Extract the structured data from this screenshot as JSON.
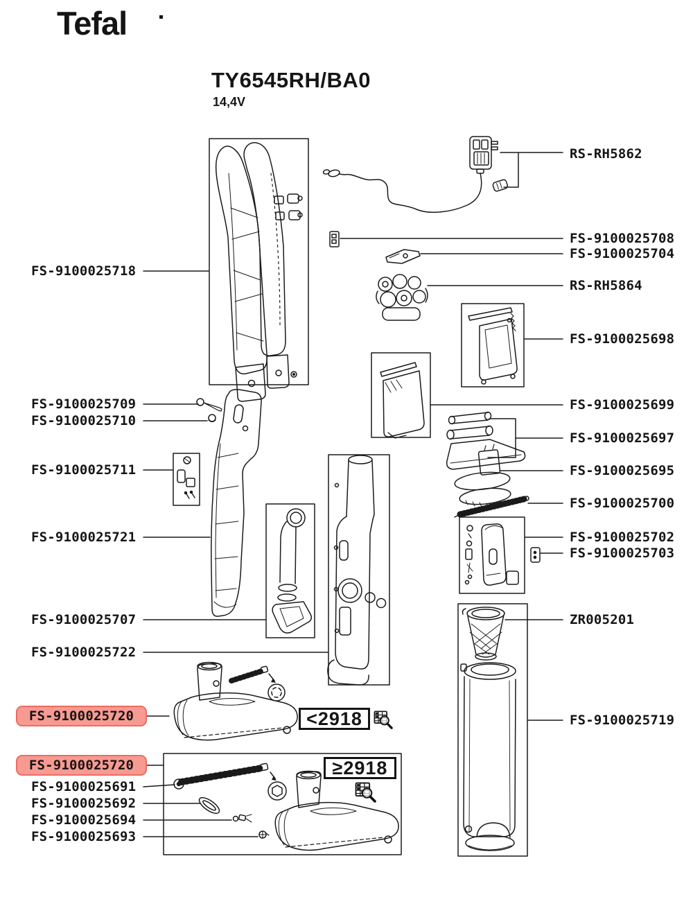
{
  "brand": {
    "logo_text": "Tefal"
  },
  "header": {
    "model": "TY6545RH/BA0",
    "voltage": "14,4V"
  },
  "colors": {
    "ink": "#1a1a1a",
    "highlight_fill": "#f79a92",
    "highlight_border": "#ef6b61"
  },
  "version_markers": {
    "older": "<2918",
    "newer": "≥2918"
  },
  "labels": [
    {
      "text": "FS-9100025718",
      "highlighted": false
    },
    {
      "text": "FS-9100025709",
      "highlighted": false
    },
    {
      "text": "FS-9100025710",
      "highlighted": false
    },
    {
      "text": "FS-9100025711",
      "highlighted": false
    },
    {
      "text": "FS-9100025721",
      "highlighted": false
    },
    {
      "text": "FS-9100025707",
      "highlighted": false
    },
    {
      "text": "FS-9100025722",
      "highlighted": false
    },
    {
      "text": "FS-9100025720",
      "highlighted": true
    },
    {
      "text": "FS-9100025720",
      "highlighted": true
    },
    {
      "text": "FS-9100025691",
      "highlighted": false
    },
    {
      "text": "FS-9100025692",
      "highlighted": false
    },
    {
      "text": "FS-9100025694",
      "highlighted": false
    },
    {
      "text": "FS-9100025693",
      "highlighted": false
    },
    {
      "text": "RS-RH5862",
      "highlighted": false
    },
    {
      "text": "FS-9100025708",
      "highlighted": false
    },
    {
      "text": "FS-9100025704",
      "highlighted": false
    },
    {
      "text": "RS-RH5864",
      "highlighted": false
    },
    {
      "text": "FS-9100025698",
      "highlighted": false
    },
    {
      "text": "FS-9100025699",
      "highlighted": false
    },
    {
      "text": "FS-9100025697",
      "highlighted": false
    },
    {
      "text": "FS-9100025695",
      "highlighted": false
    },
    {
      "text": "FS-9100025700",
      "highlighted": false
    },
    {
      "text": "FS-9100025702",
      "highlighted": false
    },
    {
      "text": "FS-9100025703",
      "highlighted": false
    },
    {
      "text": "ZR005201",
      "highlighted": false
    },
    {
      "text": "FS-9100025719",
      "highlighted": false
    }
  ],
  "icons": [
    {
      "name": "date-code-search-icon",
      "meaning": "check production date code"
    }
  ]
}
